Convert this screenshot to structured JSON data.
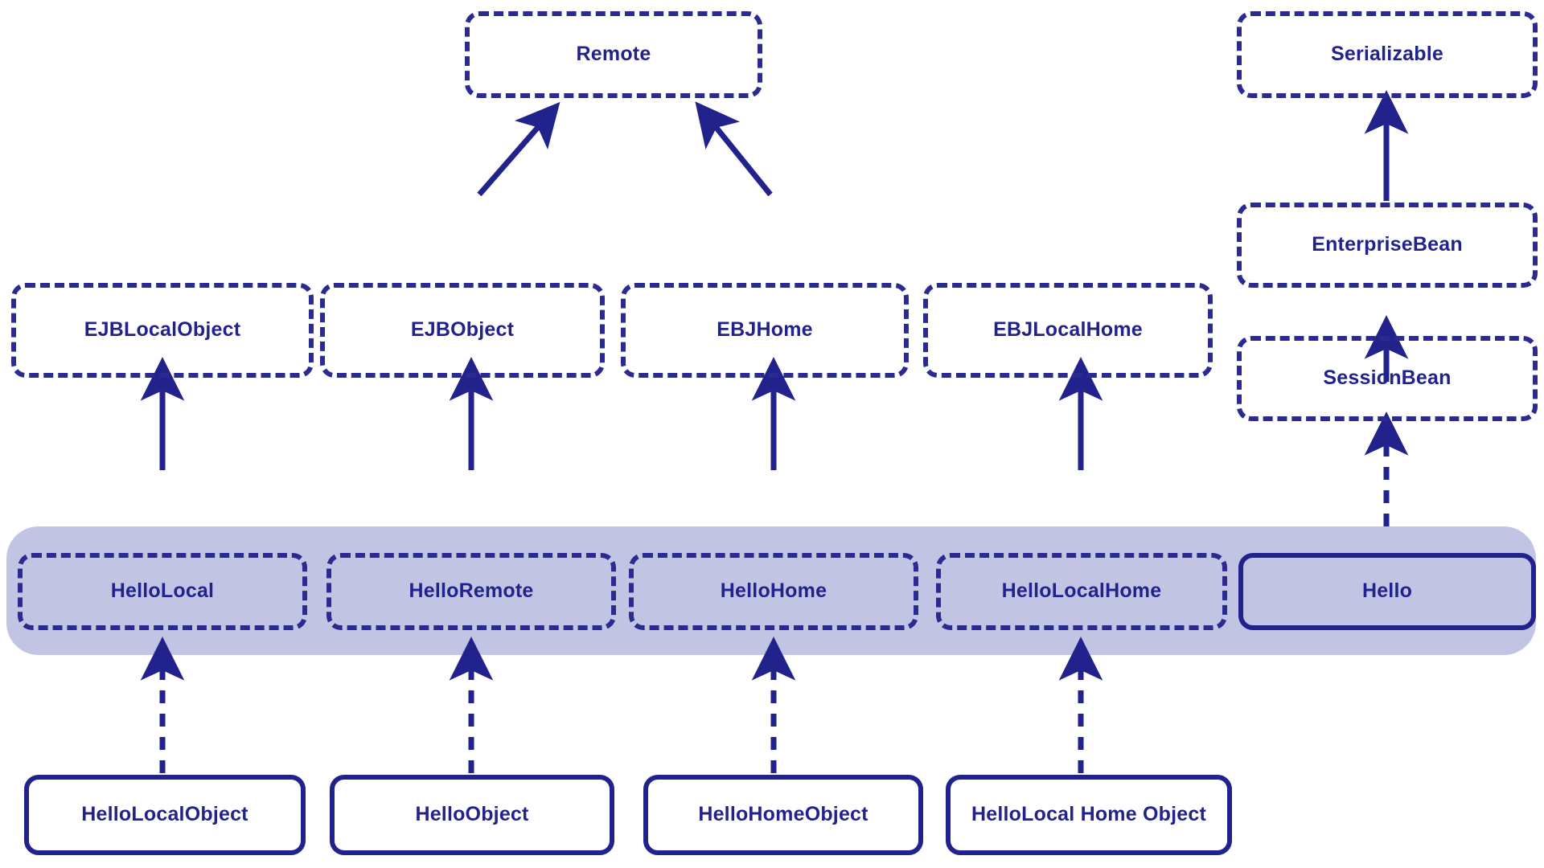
{
  "diagram": {
    "title": "EJB Interface and Class Hierarchy",
    "colors": {
      "stroke": "#22228c",
      "dashed_stroke": "#2a2a90",
      "band_fill": "#c2c4e4",
      "box_fill": "#ffffff",
      "background": "#ffffff",
      "text": "#22228c"
    },
    "legend": {
      "solid_border_meaning": "class",
      "dashed_border_meaning": "interface",
      "solid_arrow_meaning": "extends",
      "dashed_arrow_meaning": "implements"
    }
  },
  "nodes": {
    "remote": {
      "label": "Remote",
      "kind": "interface"
    },
    "serializable": {
      "label": "Serializable",
      "kind": "interface"
    },
    "enterprise_bean": {
      "label": "EnterpriseBean",
      "kind": "interface"
    },
    "session_bean": {
      "label": "SessionBean",
      "kind": "interface"
    },
    "ejb_local_object": {
      "label": "EJBLocalObject",
      "kind": "interface"
    },
    "ejb_object": {
      "label": "EJBObject",
      "kind": "interface"
    },
    "ebj_home": {
      "label": "EBJHome",
      "kind": "interface"
    },
    "ebj_local_home": {
      "label": "EBJLocalHome",
      "kind": "interface"
    },
    "hello_local": {
      "label": "HelloLocal",
      "kind": "interface"
    },
    "hello_remote": {
      "label": "HelloRemote",
      "kind": "interface"
    },
    "hello_home": {
      "label": "HelloHome",
      "kind": "interface"
    },
    "hello_local_home": {
      "label": "HelloLocalHome",
      "kind": "interface"
    },
    "hello": {
      "label": "Hello",
      "kind": "class"
    },
    "hello_local_object": {
      "label": "HelloLocalObject",
      "kind": "class"
    },
    "hello_object": {
      "label": "HelloObject",
      "kind": "class"
    },
    "hello_home_object": {
      "label": "HelloHomeObject",
      "kind": "class"
    },
    "hello_local_home_object": {
      "label": "HelloLocal Home Object",
      "kind": "class"
    }
  },
  "edges": [
    {
      "from": "ejb_object",
      "to": "remote",
      "style": "solid",
      "relation": "extends"
    },
    {
      "from": "ebj_home",
      "to": "remote",
      "style": "solid",
      "relation": "extends"
    },
    {
      "from": "enterprise_bean",
      "to": "serializable",
      "style": "solid",
      "relation": "extends"
    },
    {
      "from": "session_bean",
      "to": "enterprise_bean",
      "style": "solid",
      "relation": "extends"
    },
    {
      "from": "hello_local",
      "to": "ejb_local_object",
      "style": "solid",
      "relation": "extends"
    },
    {
      "from": "hello_remote",
      "to": "ejb_object",
      "style": "solid",
      "relation": "extends"
    },
    {
      "from": "hello_home",
      "to": "ebj_home",
      "style": "solid",
      "relation": "extends"
    },
    {
      "from": "hello_local_home",
      "to": "ebj_local_home",
      "style": "solid",
      "relation": "extends"
    },
    {
      "from": "hello",
      "to": "session_bean",
      "style": "dashed",
      "relation": "implements"
    },
    {
      "from": "hello_local_object",
      "to": "hello_local",
      "style": "dashed",
      "relation": "implements"
    },
    {
      "from": "hello_object",
      "to": "hello_remote",
      "style": "dashed",
      "relation": "implements"
    },
    {
      "from": "hello_home_object",
      "to": "hello_home",
      "style": "dashed",
      "relation": "implements"
    },
    {
      "from": "hello_local_home_object",
      "to": "hello_local_home",
      "style": "dashed",
      "relation": "implements"
    }
  ]
}
